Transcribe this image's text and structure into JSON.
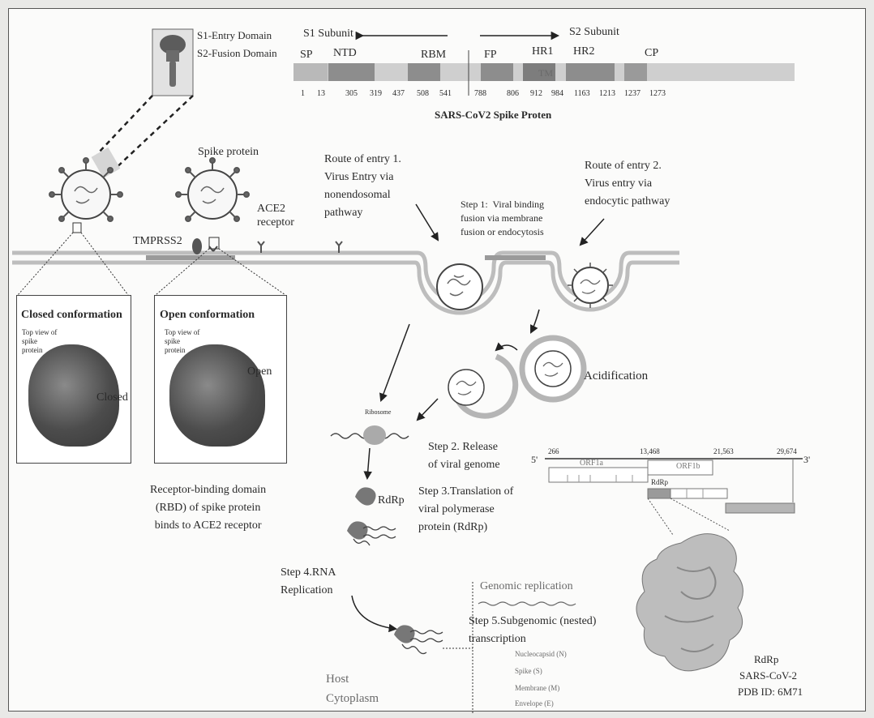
{
  "legend": {
    "s1": "S1-Entry Domain",
    "s2": "S2-Fusion Domain"
  },
  "spike_map": {
    "s1_subunit": "S1 Subunit",
    "s2_subunit": "S2 Subunit",
    "domains": [
      "SP",
      "NTD",
      "RBM",
      "FP",
      "HR1",
      "HR2",
      "CP",
      "TM"
    ],
    "positions": [
      "1",
      "13",
      "305",
      "319",
      "437",
      "508",
      "541",
      "788",
      "806",
      "912",
      "984",
      "1163",
      "1213",
      "1237",
      "1273"
    ],
    "caption": "SARS-CoV2 Spike Proten"
  },
  "labels": {
    "spike_protein": "Spike protein",
    "ace2": "ACE2\nreceptor",
    "tmprss2": "TMPRSS2",
    "route1": "Route of entry 1.\nVirus Entry via\nnonendosomal\npathway",
    "route2": "Route of entry 2.\nVirus entry via\nendocytic pathway",
    "step1": "Step 1:  Viral binding\nfusion via membrane\nfusion or endocytosis",
    "acidification": "Acidification",
    "ribosome": "Ribosome",
    "step2": "Step 2. Release\nof viral genome",
    "step3": "Step 3.Translation of\nviral polymerase\nprotein (RdRp)",
    "rdrp": "RdRp",
    "step4": "Step 4.RNA\nReplication",
    "genomic": "Genomic replication",
    "step5": "Step 5.Subgenomic (nested)\ntranscription",
    "subgenomic": [
      "Nucleocapsid (N)",
      "Spike (S)",
      "Membrane (M)",
      "Envelope (E)"
    ],
    "host": "Host\nCytoplasm",
    "rbd": "Receptor-binding domain\n(RBD) of spike protein\nbinds to ACE2 receptor"
  },
  "closed_panel": {
    "title": "Closed conformation",
    "subtitle": "Top view of\nspike\nprotein",
    "state": "Closed"
  },
  "open_panel": {
    "title": "Open conformation",
    "subtitle": "Top view of\nspike\nprotein",
    "state": "Open"
  },
  "genome_map": {
    "five_prime": "5'",
    "three_prime": "3'",
    "coords": [
      "266",
      "13,468",
      "21,563",
      "29,674"
    ],
    "orf1a": "ORF1a",
    "orf1b": "ORF1b",
    "rdrp": "RdRp"
  },
  "structure": {
    "name": "RdRp",
    "virus": "SARS-CoV-2",
    "pdb": "PDB ID: 6M71"
  }
}
